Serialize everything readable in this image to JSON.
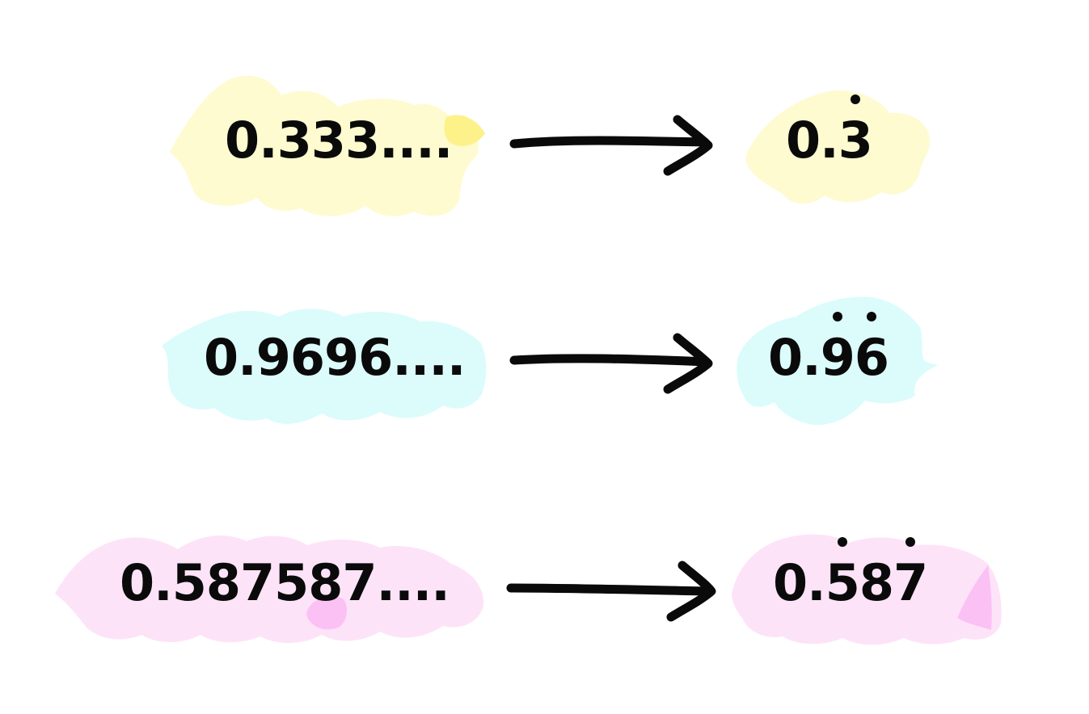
{
  "colors": {
    "row1_fill": "#fefbd0",
    "row1_accent": "#fdf28a",
    "row2_fill": "#dcfcfc",
    "row3_fill": "#fde3f8",
    "row3_accent": "#fcc1f4",
    "ink": "#0a0a0a",
    "background": "#ffffff"
  },
  "rows": [
    {
      "expanded": "0.333....",
      "compact_lead": "0.",
      "compact_repeating": [
        "3"
      ],
      "dots_on": [
        0
      ]
    },
    {
      "expanded": "0.9696....",
      "compact_lead": "0.",
      "compact_repeating": [
        "9",
        "6"
      ],
      "dots_on": [
        0,
        1
      ]
    },
    {
      "expanded": "0.587587....",
      "compact_lead": "0.",
      "compact_repeating": [
        "5",
        "8",
        "7"
      ],
      "dots_on": [
        0,
        2
      ]
    }
  ]
}
